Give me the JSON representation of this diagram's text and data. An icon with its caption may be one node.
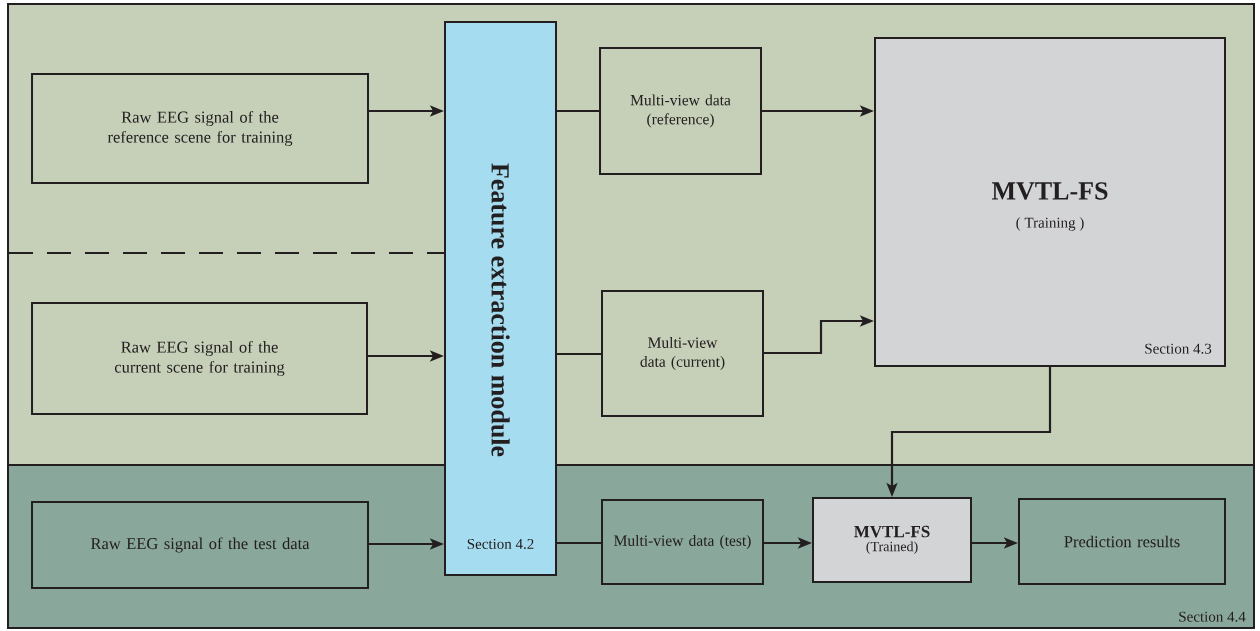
{
  "diagram": {
    "nodes": [
      {
        "text": [
          "Raw EEG signal of the reference scene for training"
        ]
      },
      {
        "text": [
          "Raw EEG signal of the current scene for training"
        ]
      },
      {
        "text": [
          "Section 4.4"
        ]
      },
      {
        "text": [
          "Raw EEG signal of the test data"
        ],
        "in": 2
      },
      {
        "text": [
          "Feature extraction module",
          "Section 4.2"
        ]
      },
      {
        "text": [
          "Multi-view data (reference)"
        ]
      },
      {
        "text": [
          "Multi-view data (current)"
        ]
      },
      {
        "text": [
          "MVTL-FS",
          "( Training )",
          "Section 4.3"
        ]
      },
      {
        "text": [
          "Multi-view data (test)"
        ],
        "in": 2
      },
      {
        "text": [
          "MVTL-FS",
          "(Trained)"
        ],
        "in": 2
      },
      {
        "text": [
          "Prediction results"
        ],
        "in": 2
      }
    ],
    "edges": [
      {
        "from": 0,
        "to": 4,
        "arrow": "to"
      },
      {
        "from": 1,
        "to": 4,
        "arrow": "to"
      },
      {
        "from": 3,
        "to": 4,
        "arrow": "to"
      },
      {
        "from": 4,
        "to": 5,
        "arrow": "none"
      },
      {
        "from": 4,
        "to": 6,
        "arrow": "none"
      },
      {
        "from": 4,
        "to": 8,
        "arrow": "none"
      },
      {
        "from": 5,
        "to": 7,
        "arrow": "to"
      },
      {
        "from": 6,
        "to": 7,
        "arrow": "to"
      },
      {
        "from": 7,
        "to": 9,
        "arrow": "to"
      },
      {
        "from": 8,
        "to": 9,
        "arrow": "to"
      },
      {
        "from": 9,
        "to": 10,
        "arrow": "to"
      }
    ]
  }
}
